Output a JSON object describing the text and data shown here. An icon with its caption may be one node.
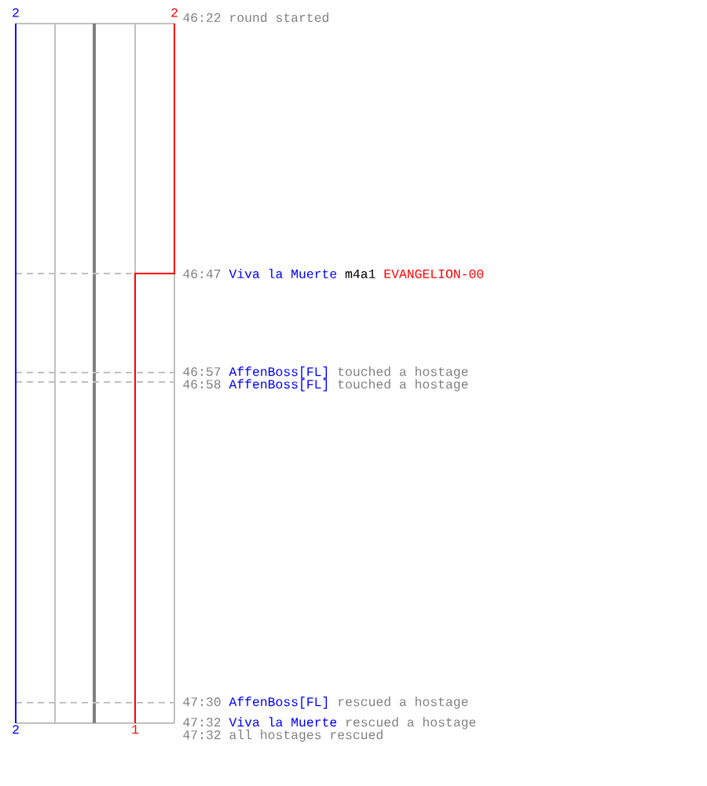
{
  "diagram": {
    "labels": [
      "2",
      "2",
      "46:22",
      "round started",
      "46:47",
      "Viva la Muerte",
      "m4a1",
      "EVANGELION-00",
      "46:57",
      "AffenBoss[FL]",
      "touched a hostage",
      "46:58",
      "AffenBoss[FL]",
      "touched a hostage",
      "47:30",
      "AffenBoss[FL]",
      "rescued a hostage",
      "47:32",
      "Viva la Muerte",
      "rescued a hostage",
      "47:32",
      "all hostages rescued",
      "2",
      "1"
    ]
  }
}
